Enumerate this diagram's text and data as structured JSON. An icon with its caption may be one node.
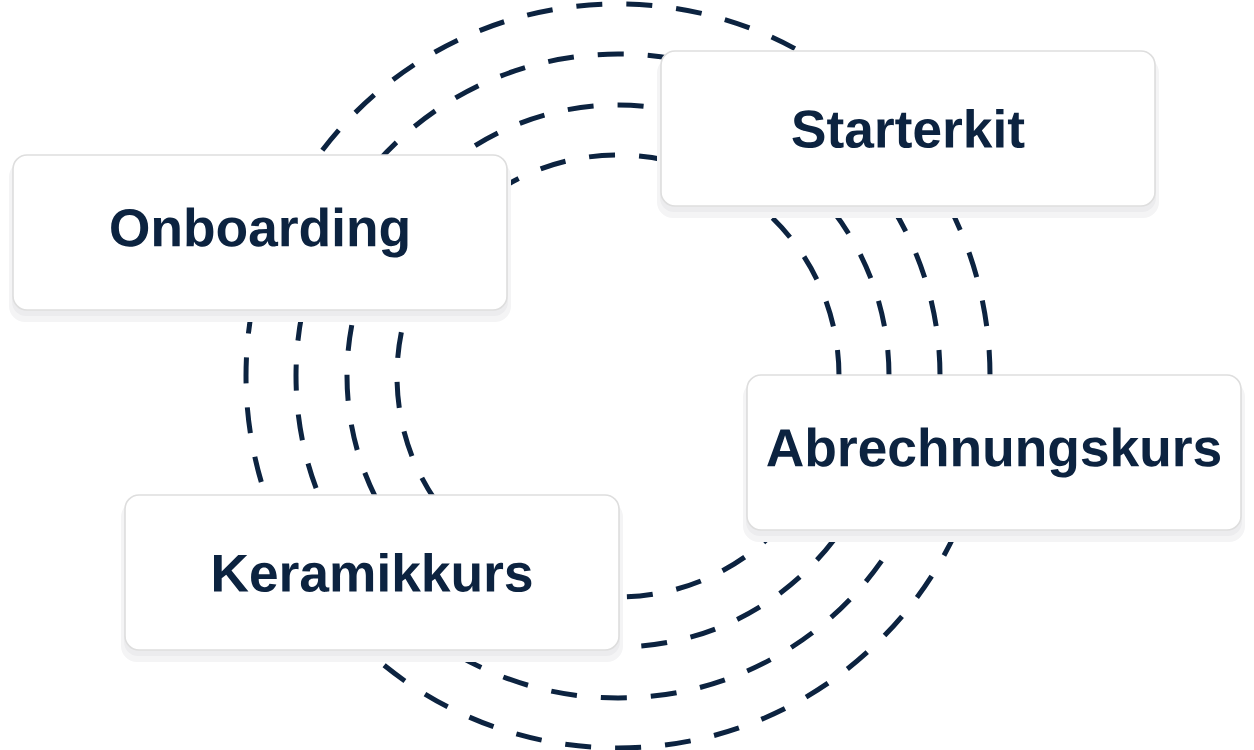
{
  "diagram": {
    "nodes": [
      {
        "text": [
          "Starterkit"
        ]
      },
      {
        "text": [
          "Onboarding"
        ]
      },
      {
        "text": [
          "Abrechnungskurs"
        ]
      },
      {
        "text": [
          "Keramikkurs"
        ]
      },
      {
        "text": [],
        "shape": "circle"
      },
      {
        "text": [],
        "shape": "circle",
        "in": 4
      },
      {
        "text": [],
        "shape": "circle",
        "in": 5
      },
      {
        "text": [],
        "shape": "circle",
        "in": 6
      }
    ]
  }
}
